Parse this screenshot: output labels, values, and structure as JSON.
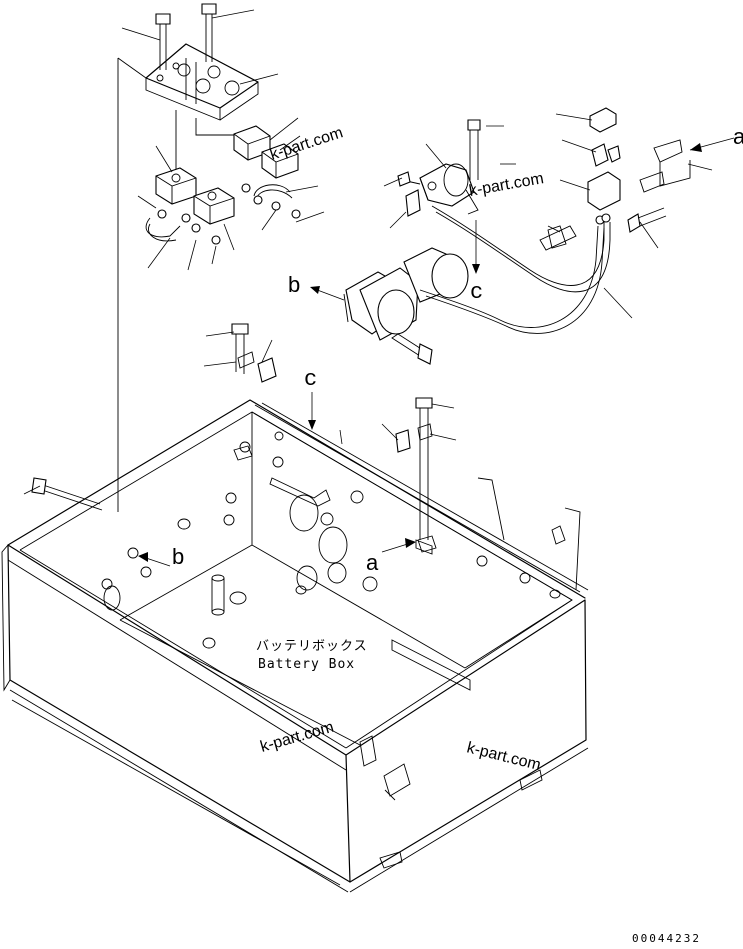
{
  "diagram": {
    "box_label_jp": "バッテリボックス",
    "box_label_en": "Battery Box",
    "reference_letters": {
      "a_top": "a",
      "a_mid": "a",
      "b_top": "b",
      "b_mid": "b",
      "c_top": "c",
      "c_mid": "c"
    },
    "watermarks": {
      "wm1": "k-part.com",
      "wm2": "k-part.com",
      "wm3": "k-part.com",
      "wm4": "k-part.com"
    },
    "drawing_number": "00044232"
  }
}
